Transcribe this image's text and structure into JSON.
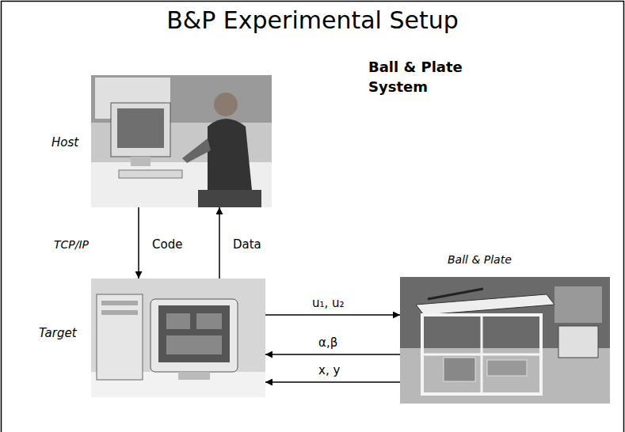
{
  "diagram": {
    "title": "B&P Experimental Setup",
    "nodes": [
      {
        "text": [
          "Host"
        ]
      },
      {
        "text": [
          "Target"
        ]
      },
      {
        "text": [
          "Ball & Plate"
        ]
      }
    ],
    "edges": [
      {
        "from": 0,
        "to": 1,
        "arrow": "to",
        "label": "Code"
      },
      {
        "from": 1,
        "to": 0,
        "arrow": "to",
        "label": "Data"
      },
      {
        "from": 1,
        "to": 2,
        "arrow": "to",
        "label": "u₁, u₂"
      },
      {
        "from": 2,
        "to": 1,
        "arrow": "to",
        "label": "α,β"
      },
      {
        "from": 2,
        "to": 1,
        "arrow": "to",
        "label": "x, y"
      }
    ],
    "labels": [
      "Ball & Plate System",
      "TCP/IP"
    ]
  }
}
